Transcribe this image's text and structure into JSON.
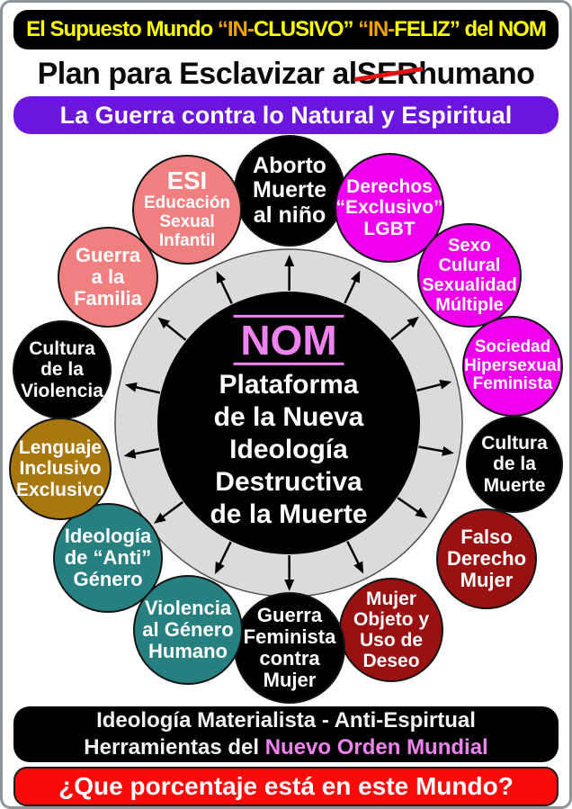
{
  "banner_top": {
    "bg": "#000000",
    "parts": [
      {
        "text": "El Supuesto Mundo ",
        "color": "#FFFF00"
      },
      {
        "text": "“IN-",
        "color": "#F0A308"
      },
      {
        "text": "CLUSIVO”",
        "color": "#FFFF00"
      },
      {
        "text": " “IN-",
        "color": "#F0A308"
      },
      {
        "text": "FELIZ”",
        "color": "#FFFF00"
      },
      {
        "text": " del NOM",
        "color": "#FFFF00"
      }
    ]
  },
  "headline": {
    "prefix": "Plan para Esclavizar al ",
    "struck": "SER",
    "suffix": "humano",
    "strike_color": "#E51212"
  },
  "purple_banner": {
    "text": "La Guerra contra lo Natural y Espiritual",
    "bg": "#6C15DD",
    "color": "#FFFFFF"
  },
  "center": {
    "title": "NOM",
    "title_color": "#EE82EE",
    "lines": [
      "Plataforma",
      "de la Nueva",
      "Ideología",
      "Destructiva",
      "de la Muerte"
    ],
    "hub_color": "#000000",
    "wheel_color": "#DBDBDB",
    "text_color": "#FFFFFF"
  },
  "satellites": [
    {
      "id": "aborto",
      "lines": [
        "Aborto",
        "Muerte",
        "al niño"
      ],
      "bg": "#000000",
      "color": "#FFFFFF"
    },
    {
      "id": "derechos-exclusivo-lgbt",
      "lines": [
        "Derechos",
        "“Exclusivo”",
        "LGBT"
      ],
      "bg": "#EE00EE",
      "color": "#FFFFFF"
    },
    {
      "id": "sexo-culural",
      "lines": [
        "Sexo",
        "Culural",
        "Sexualidad",
        "Múltiple"
      ],
      "bg": "#EE00EE",
      "color": "#FFFFFF"
    },
    {
      "id": "sociedad-hipersexual",
      "lines": [
        "Sociedad",
        "Hipersexual",
        "Feminista"
      ],
      "bg": "#EE00EE",
      "color": "#FFFFFF"
    },
    {
      "id": "cultura-de-la-muerte",
      "lines": [
        "Cultura",
        "de la",
        "Muerte"
      ],
      "bg": "#000000",
      "color": "#FFFFFF"
    },
    {
      "id": "falso-derecho-mujer",
      "lines": [
        "Falso",
        "Derecho",
        "Mujer"
      ],
      "bg": "#991111",
      "color": "#FFFFFF"
    },
    {
      "id": "mujer-objeto",
      "lines": [
        "Mujer",
        "Objeto y",
        "Uso de",
        "Deseo"
      ],
      "bg": "#991111",
      "color": "#FFFFFF"
    },
    {
      "id": "guerra-feminista",
      "lines": [
        "Guerra",
        "Feminista",
        "contra",
        "Mujer"
      ],
      "bg": "#000000",
      "color": "#FFFFFF"
    },
    {
      "id": "violencia-al-genero",
      "lines": [
        "Violencia",
        "al Género",
        "Humano"
      ],
      "bg": "#278080",
      "color": "#FFFFFF"
    },
    {
      "id": "ideologia-anti-genero",
      "lines": [
        "Ideología",
        "de “Anti”",
        "Género"
      ],
      "bg": "#278080",
      "color": "#FFFFFF"
    },
    {
      "id": "lenguaje-inclusivo",
      "lines": [
        "Lenguaje",
        "Inclusivo",
        "Exclusivo"
      ],
      "bg": "#A8780E",
      "color": "#FFFFFF"
    },
    {
      "id": "cultura-de-la-violencia",
      "lines": [
        "Cultura",
        "de la",
        "Violencia"
      ],
      "bg": "#000000",
      "color": "#FFFFFF"
    },
    {
      "id": "guerra-a-la-familia",
      "lines": [
        "Guerra",
        "a la",
        "Familia"
      ],
      "bg": "#F08080",
      "color": "#FFFFFF"
    },
    {
      "id": "esi",
      "lines": [
        "ESI",
        "Educación",
        "Sexual",
        "Infantil"
      ],
      "bg": "#F08080",
      "color": "#FFFFFF",
      "large_first_line": true
    }
  ],
  "bottom_banner": {
    "line1": "Ideología Materialista - Anti-Espirtual",
    "line2_prefix": "Herramientas del ",
    "line2_highlight": "Nuevo Orden Mundial",
    "highlight_color": "#EE82EE",
    "bg": "#000000"
  },
  "red_banner": {
    "text": "¿Que porcentaje está en este Mundo?",
    "bg": "#FB0A0A",
    "color": "#FFFFFF"
  }
}
